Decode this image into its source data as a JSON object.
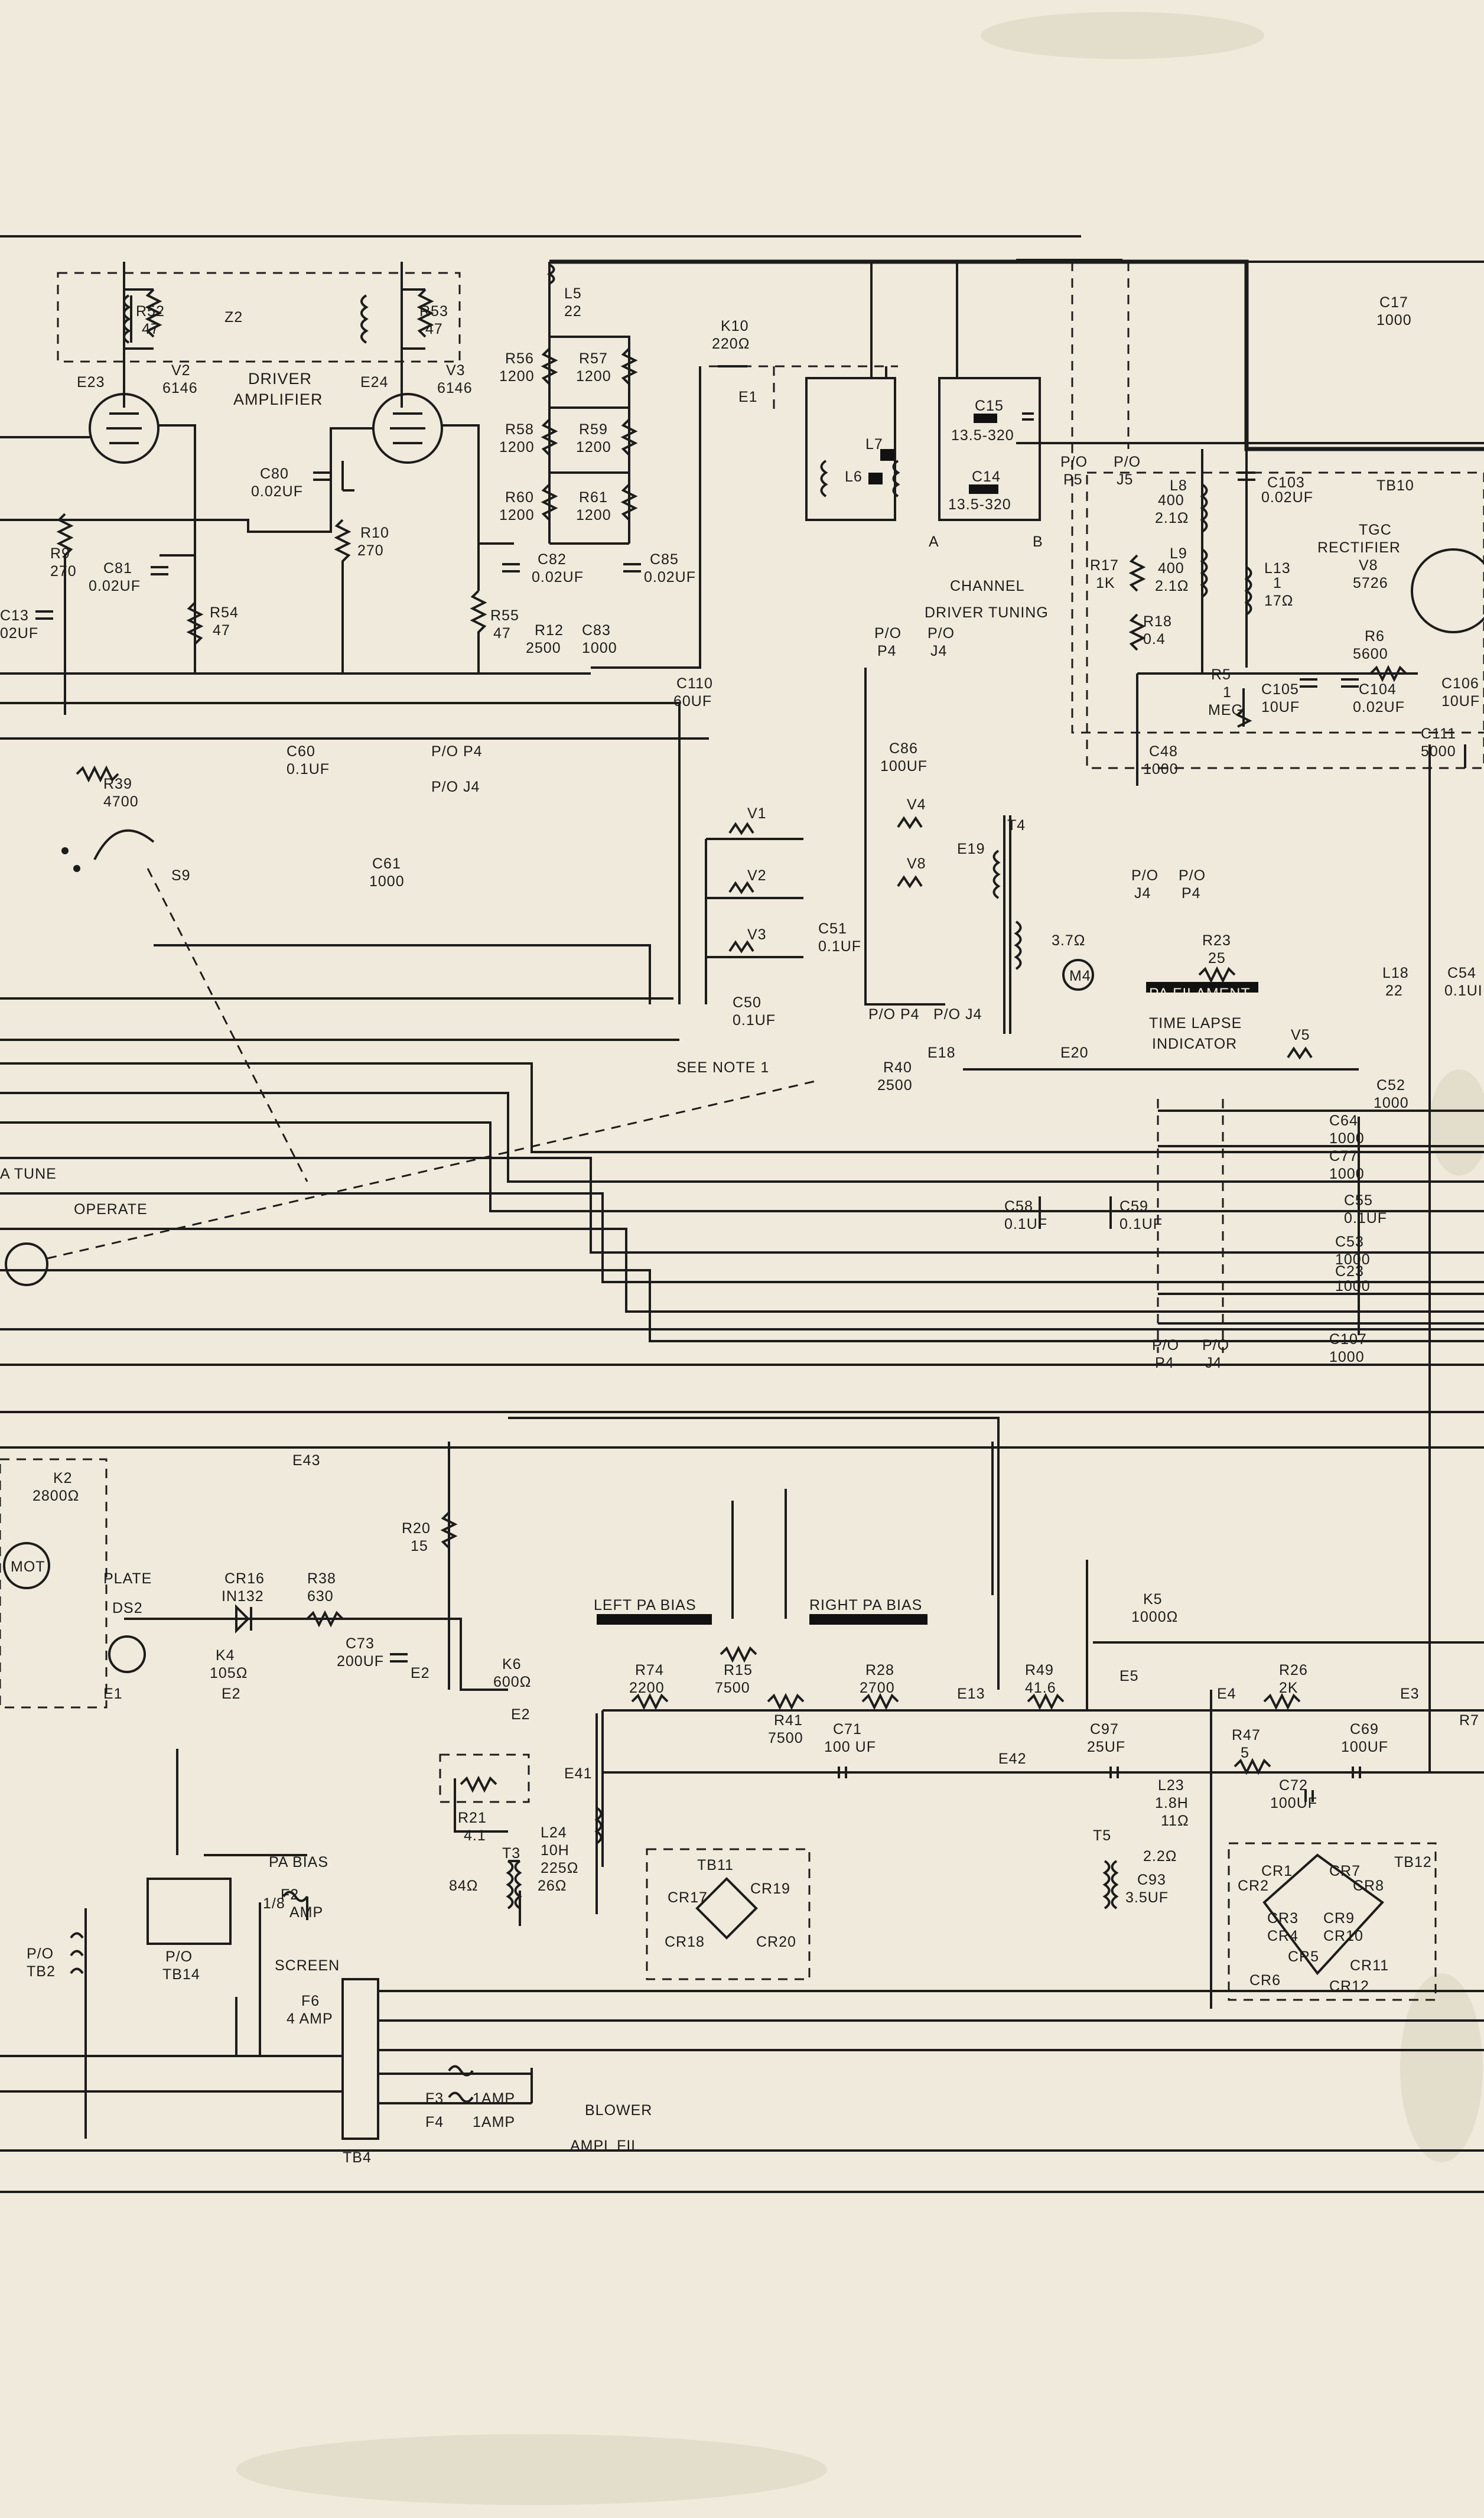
{
  "labels": {
    "r52": "R52",
    "r52v": "47",
    "r53": "R53",
    "r53v": "47",
    "z2": "Z2",
    "v2": "V2",
    "v2t": "6146",
    "v3": "V3",
    "v3t": "6146",
    "e23": "E23",
    "e24": "E24",
    "driver1": "DRIVER",
    "driver2": "AMPLIFIER",
    "l5": "L5",
    "l5v": "22",
    "r56": "R56",
    "r56v": "1200",
    "r57": "R57",
    "r57v": "1200",
    "r58": "R58",
    "r58v": "1200",
    "r59": "R59",
    "r59v": "1200",
    "r60": "R60",
    "r60v": "1200",
    "r61": "R61",
    "r61v": "1200",
    "k10": "K10",
    "k10v": "220Ω",
    "e1a": "E1",
    "l6": "L6",
    "l7": "L7",
    "c15": "C15",
    "c15v": "13.5-320",
    "c14": "C14",
    "c14v": "13.5-320",
    "pinA": "A",
    "pinB": "B",
    "channel": "CHANNEL",
    "drvtune": "DRIVER TUNING",
    "c17": "C17",
    "c17v": "1000",
    "tb10": "TB10",
    "c103": "C103",
    "c103v": "0.02UF",
    "l8": "L8",
    "l8v": "400",
    "l8r": "2.1Ω",
    "l9": "L9",
    "l9v": "400",
    "l9r": "2.1Ω",
    "l13": "L13",
    "l13v": "1",
    "l13r": "17Ω",
    "tgc": "TGC",
    "rect": "RECTIFIER",
    "v8": "V8",
    "v8t": "5726",
    "r17": "R17",
    "r17v": "1K",
    "r18": "R18",
    "r18v": "0.4",
    "r5": "R5",
    "r5v": "1",
    "r5m": "MEG",
    "c105": "C105",
    "c105v": "10UF",
    "c104": "C104",
    "c104v": "0.02UF",
    "r6": "R6",
    "r6v": "5600",
    "c106": "C106",
    "c106v": "10UF",
    "c111": "C111",
    "c111v": "5000",
    "c48": "C48",
    "c48v": "1000",
    "c80": "C80",
    "c80v": "0.02UF",
    "r10": "R10",
    "r10v": "270",
    "r9": "R9",
    "r9v": "270",
    "c81": "C81",
    "c81v": "0.02UF",
    "c13": "C13",
    "c13v": "02UF",
    "r54": "R54",
    "r54v": "47",
    "c82": "C82",
    "c82v": "0.02UF",
    "c85": "C85",
    "c85v": "0.02UF",
    "r55": "R55",
    "r55v": "47",
    "r12": "R12",
    "r12v": "2500",
    "c83": "C83",
    "c83v": "1000",
    "c110": "C110",
    "c110v": "60UF",
    "pop4": "P/O",
    "p4": "P4",
    "poj4": "P/O",
    "j4": "J4",
    "pop5": "P/O",
    "p5": "P5",
    "poj5": "P/O",
    "j5": "J5",
    "c86": "C86",
    "c86v": "100UF",
    "c60": "C60",
    "c60v": "0.1UF",
    "pop4b": "P/O P4",
    "poj4b": "P/O J4",
    "r39": "R39",
    "r39v": "4700",
    "s9": "S9",
    "c61": "C61",
    "c61v": "1000",
    "v1": "V1",
    "v2b": "V2",
    "v3b": "V3",
    "v4": "V4",
    "v8b": "V8",
    "e19": "E19",
    "t4": "T4",
    "c51": "C51",
    "c51v": "0.1UF",
    "c50": "C50",
    "c50v": "0.1UF",
    "pop4c": "P/O P4",
    "poj4c": "P/O J4",
    "m4": "M4",
    "t4r": "3.7Ω",
    "e18": "E18",
    "e20": "E20",
    "r23": "R23",
    "r23v": "25",
    "pafil": "PA FILAMENT",
    "tl1": "TIME LAPSE",
    "tl2": "INDICATOR",
    "v5": "V5",
    "l18": "L18",
    "l18v": "22",
    "c54": "C54",
    "c54v": "0.1UI",
    "seenote": "SEE NOTE 1",
    "r40": "R40",
    "r40v": "2500",
    "c52": "C52",
    "c52v": "1000",
    "c64": "C64",
    "c64v": "1000",
    "c77": "C77",
    "c77v": "1000",
    "c55": "C55",
    "c55v": "0.1UF",
    "c53": "C53",
    "c53v": "1000",
    "c23": "C23",
    "c23v": "1000",
    "c107": "C107",
    "c107v": "1000",
    "c58": "C58",
    "c58v": "0.1UF",
    "c59": "C59",
    "c59v": "0.1UF",
    "patune": "A TUNE",
    "operate": "OPERATE",
    "e43": "E43",
    "k2": "K2",
    "k2v": "2800Ω",
    "mot": "MOT",
    "plate": "PLATE",
    "ds2": "DS2",
    "cr16": "CR16",
    "cr16t": "IN132",
    "r38": "R38",
    "r38v": "630",
    "k4": "K4",
    "k4v": "105Ω",
    "e2a": "E2",
    "e1b": "E1",
    "c73": "C73",
    "c73v": "200UF",
    "e2b": "E2",
    "r20": "R20",
    "r20v": "15",
    "k6": "K6",
    "k6v": "600Ω",
    "e2c": "E2",
    "leftpa": "LEFT PA BIAS",
    "rightpa": "RIGHT PA BIAS",
    "r74": "R74",
    "r74v": "2200",
    "r15": "R15",
    "r15v": "7500",
    "r41": "R41",
    "r41v": "7500",
    "r28": "R28",
    "r28v": "2700",
    "e13": "E13",
    "r49": "R49",
    "r49v": "41.6",
    "k5": "K5",
    "k5v": "1000Ω",
    "e5": "E5",
    "e4": "E4",
    "r26": "R26",
    "r26v": "2K",
    "e3": "E3",
    "r7": "R7",
    "c71": "C71",
    "c71v": "100 UF",
    "e41": "E41",
    "e42": "E42",
    "c97": "C97",
    "c97v": "25UF",
    "r47": "R47",
    "r47v": "5",
    "c69": "C69",
    "c69v": "100UF",
    "c72": "C72",
    "c72v": "100UF",
    "l23": "L23",
    "l23v": "1.8H",
    "l23r": "11Ω",
    "l24": "L24",
    "l24v": "10H",
    "l24r": "225Ω",
    "r21": "R21",
    "r21v": "4.1",
    "t3": "T3",
    "t3a": "84Ω",
    "t3b": "26Ω",
    "tb11": "TB11",
    "cr17": "CR17",
    "cr18": "CR18",
    "cr19": "CR19",
    "cr20": "CR20",
    "t5": "T5",
    "t5r": "2.2Ω",
    "c93": "C93",
    "c93v": "3.5UF",
    "tb12": "TB12",
    "cr1": "CR1",
    "cr2": "CR2",
    "cr3": "CR3",
    "cr4": "CR4",
    "cr5": "CR5",
    "cr6": "CR6",
    "cr7": "CR7",
    "cr8": "CR8",
    "cr9": "CR9",
    "cr10": "CR10",
    "cr11": "CR11",
    "cr12": "CR12",
    "pabias": "PA BIAS",
    "f2": "F2",
    "f2v": "AMP",
    "f2n": "1/8",
    "screen": "SCREEN",
    "f6": "F6",
    "f6v": "4 AMP",
    "potb2": "P/O",
    "tb2": "TB2",
    "potb14": "P/O",
    "tb14": "TB14",
    "tb4": "TB4",
    "f3": "F3",
    "f3v": "1AMP",
    "f4": "F4",
    "f4v": "1AMP",
    "blower": "BLOWER",
    "amplfil": "AMPL FIL"
  },
  "colors": {
    "paper": "#efeadb",
    "ink": "#1c1c1c"
  }
}
